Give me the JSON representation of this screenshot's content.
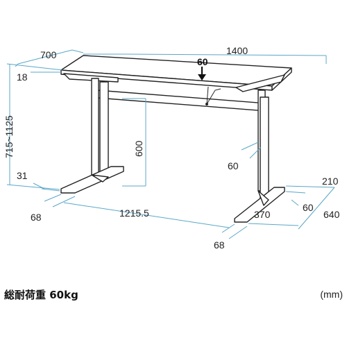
{
  "dimensions": {
    "depth": "700",
    "width": "1400",
    "handle": "60",
    "top_thickness": "18",
    "height_range": "715~1125",
    "frame_height": "600",
    "frame_depth_marker": "60",
    "foot_height": "31",
    "foot_width_left": "68",
    "foot_span": "1215.5",
    "foot_width_right": "68",
    "foot_offset": "370",
    "foot_gap": "60",
    "foot_inset": "210",
    "foot_length": "640"
  },
  "caption": "総耐荷重 60kg",
  "unit": "(mm)",
  "colors": {
    "dimension_line": "#5aa7c8",
    "outline": "#222222"
  }
}
